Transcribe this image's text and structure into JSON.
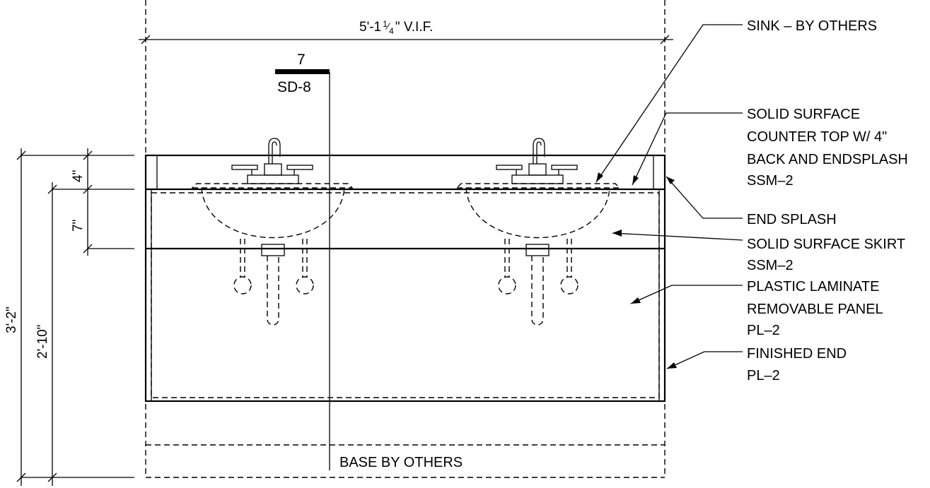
{
  "dimensions": {
    "width_label_main": "5'-1",
    "width_label_frac_num": "1",
    "width_label_frac_den": "4",
    "width_label_suffix": "\" V.I.F.",
    "overall_height": "3'-2\"",
    "counter_height": "2'-10\"",
    "backsplash_height": "4\"",
    "skirt_height": "7\""
  },
  "section_marker": {
    "number": "7",
    "sheet": "SD-8"
  },
  "callouts": {
    "sink": [
      "SINK – BY OTHERS"
    ],
    "counter_top": [
      "SOLID SURFACE",
      "COUNTER TOP W/ 4\"",
      "BACK AND ENDSPLASH",
      "SSM–2"
    ],
    "end_splash": [
      "END SPLASH"
    ],
    "skirt": [
      "SOLID SURFACE SKIRT",
      "SSM–2"
    ],
    "panel": [
      "PLASTIC LAMINATE",
      "REMOVABLE PANEL",
      "PL–2"
    ],
    "finished_end": [
      "FINISHED END",
      "PL–2"
    ]
  },
  "base_label": "BASE BY OTHERS"
}
